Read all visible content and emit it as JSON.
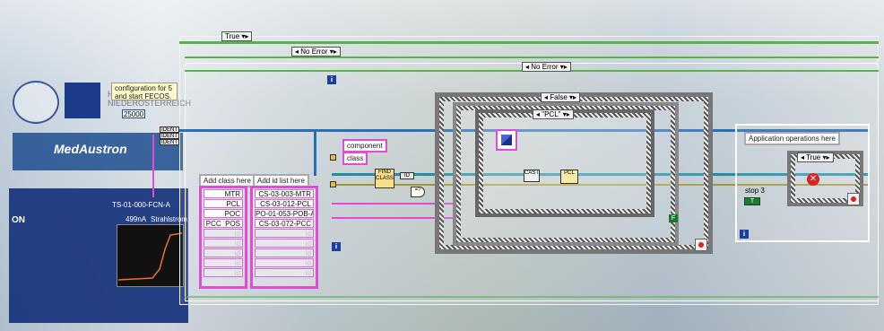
{
  "case_selectors": {
    "true_top": "True",
    "no_error_1": "No Error",
    "no_error_2": "No Error",
    "false_case": "False",
    "pcl_case": "\"PCL\"",
    "true_inner": "True"
  },
  "labels": {
    "config_note": "configuration for 5 and start FECOS.",
    "const_25000": "25000",
    "component": "component",
    "class": "class",
    "add_class": "Add class here",
    "add_id": "Add id list here",
    "app_ops": "Application operations here",
    "stop": "stop 3",
    "bg_logo_text": "MedAustron",
    "bg_ts_label": "TS-01-000-FCN-A",
    "bg_value": "499nA",
    "bg_strahl": "Strahlstrom",
    "bg_on": "ON",
    "bg_austria": "HUNG IN NIEDERÖSTERREICH",
    "info_glyph": "i",
    "bool_true": "T",
    "bool_false": "F"
  },
  "class_list": [
    "MTR",
    "PCL",
    "POC",
    "PCC_POS",
    "id",
    "id",
    "id",
    "id",
    "id"
  ],
  "id_list": [
    "CS-03-003-MTR",
    "CS-03-012-PCL",
    "PO-01-053-POB-A",
    "CS-03-072-PCC",
    "id",
    "id",
    "id",
    "id",
    "id"
  ],
  "colors": {
    "wire_pink": "#e04bd8",
    "wire_blue": "#2a6db8",
    "wire_green": "#58b34a",
    "wire_olive": "#9c9a2e",
    "wire_teal": "#1f8fa8"
  }
}
